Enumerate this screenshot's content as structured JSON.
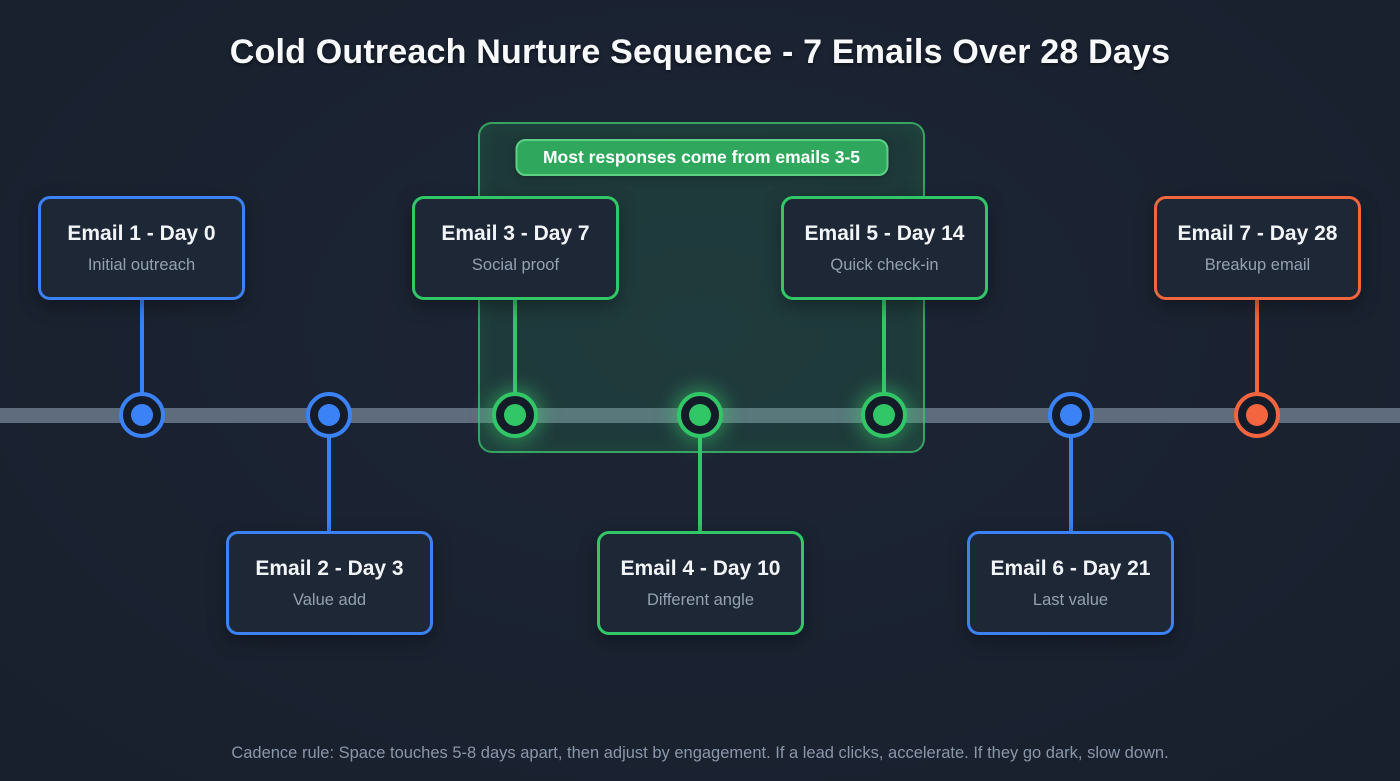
{
  "title": "Cold Outreach Nurture Sequence - 7 Emails Over 28 Days",
  "highlight": {
    "badge": "Most responses come from emails 3-5",
    "applies_to_emails": [
      3,
      4,
      5
    ]
  },
  "emails": [
    {
      "label": "Email 1 - Day 0",
      "desc": "Initial outreach",
      "day": 0,
      "color_name": "blue",
      "card_position": "top"
    },
    {
      "label": "Email 2 - Day 3",
      "desc": "Value add",
      "day": 3,
      "color_name": "blue",
      "card_position": "bottom"
    },
    {
      "label": "Email 3 - Day 7",
      "desc": "Social proof",
      "day": 7,
      "color_name": "green",
      "card_position": "top"
    },
    {
      "label": "Email 4 - Day 10",
      "desc": "Different angle",
      "day": 10,
      "color_name": "green",
      "card_position": "bottom"
    },
    {
      "label": "Email 5 - Day 14",
      "desc": "Quick check-in",
      "day": 14,
      "color_name": "green",
      "card_position": "top"
    },
    {
      "label": "Email 6 - Day 21",
      "desc": "Last value",
      "day": 21,
      "color_name": "blue",
      "card_position": "bottom"
    },
    {
      "label": "Email 7 - Day 28",
      "desc": "Breakup email",
      "day": 28,
      "color_name": "orange",
      "card_position": "top"
    }
  ],
  "footer": "Cadence rule: Space touches 5-8 days apart, then adjust by engagement. If a lead clicks, accelerate. If they go dark, slow down.",
  "colors": {
    "blue": "#3b82f6",
    "green": "#32c766",
    "orange": "#f2653e",
    "timeline": "#5e6c7e",
    "badge_fill": "#2fa85e",
    "background": "#1a2130"
  }
}
